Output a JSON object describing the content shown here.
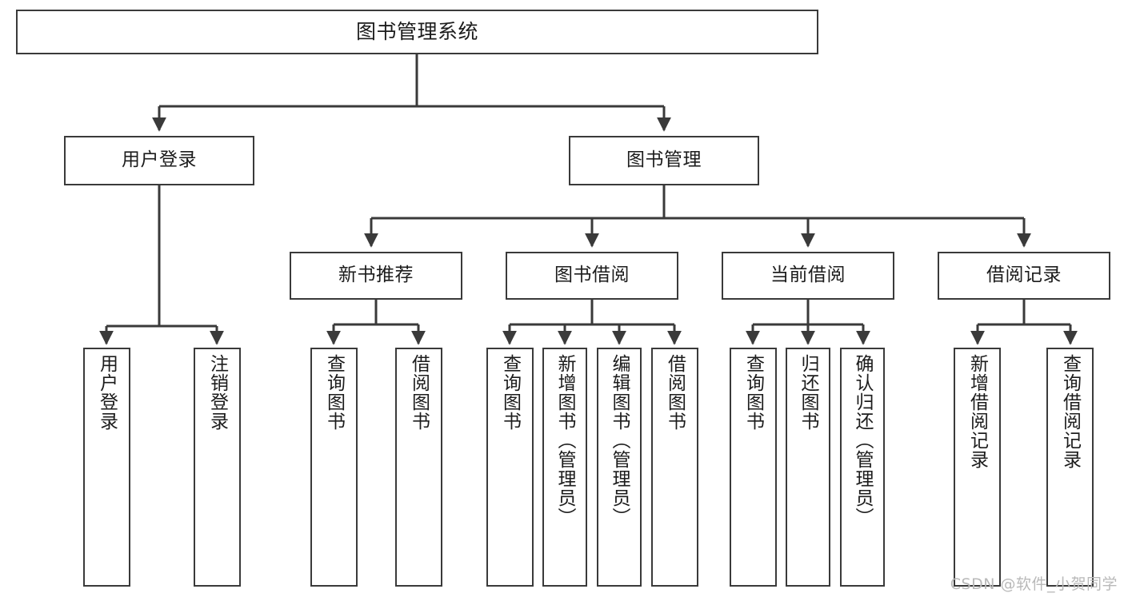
{
  "diagram": {
    "title": "图书管理系统",
    "type": "tree-hierarchy-chart",
    "watermark": "CSDN @软件_小贺同学",
    "colors": {
      "box_border": "#3a3a3a",
      "box_fill": "#ffffff",
      "edge": "#3a3a3a",
      "text": "#1c1c1c",
      "watermark": "#b9b9b9",
      "background": "#ffffff"
    }
  },
  "nodes": {
    "root": {
      "label": "图书管理系统",
      "level": 0,
      "orientation": "horizontal"
    },
    "l1": [
      {
        "id": "user-login",
        "label": "用户登录",
        "level": 1,
        "orientation": "horizontal"
      },
      {
        "id": "book-manage",
        "label": "图书管理",
        "level": 1,
        "orientation": "horizontal"
      }
    ],
    "l2": [
      {
        "id": "new-book-recommend",
        "label": "新书推荐",
        "level": 2,
        "orientation": "horizontal"
      },
      {
        "id": "book-borrow",
        "label": "图书借阅",
        "level": 2,
        "orientation": "horizontal"
      },
      {
        "id": "current-borrow",
        "label": "当前借阅",
        "level": 2,
        "orientation": "horizontal"
      },
      {
        "id": "borrow-record",
        "label": "借阅记录",
        "level": 2,
        "orientation": "horizontal"
      }
    ],
    "leaves": [
      {
        "id": "leaf-user-login",
        "label": "用户登录",
        "parent": "user-login",
        "orientation": "vertical"
      },
      {
        "id": "leaf-logout",
        "label": "注销登录",
        "parent": "user-login",
        "orientation": "vertical"
      },
      {
        "id": "leaf-query-book-rec",
        "label": "查询图书",
        "parent": "new-book-recommend",
        "orientation": "vertical"
      },
      {
        "id": "leaf-borrow-book-rec",
        "label": "借阅图书",
        "parent": "new-book-recommend",
        "orientation": "vertical"
      },
      {
        "id": "leaf-query-book-borrow",
        "label": "查询图书",
        "parent": "book-borrow",
        "orientation": "vertical"
      },
      {
        "id": "leaf-add-book",
        "label": "新增图书（管理员）",
        "parent": "book-borrow",
        "orientation": "vertical"
      },
      {
        "id": "leaf-edit-book",
        "label": "编辑图书（管理员）",
        "parent": "book-borrow",
        "orientation": "vertical"
      },
      {
        "id": "leaf-borrow-book",
        "label": "借阅图书",
        "parent": "book-borrow",
        "orientation": "vertical"
      },
      {
        "id": "leaf-query-book-current",
        "label": "查询图书",
        "parent": "current-borrow",
        "orientation": "vertical"
      },
      {
        "id": "leaf-return-book",
        "label": "归还图书",
        "parent": "current-borrow",
        "orientation": "vertical"
      },
      {
        "id": "leaf-confirm-return",
        "label": "确认归还（管理员）",
        "parent": "current-borrow",
        "orientation": "vertical"
      },
      {
        "id": "leaf-add-record",
        "label": "新增借阅记录",
        "parent": "borrow-record",
        "orientation": "vertical"
      },
      {
        "id": "leaf-query-record",
        "label": "查询借阅记录",
        "parent": "borrow-record",
        "orientation": "vertical"
      }
    ]
  }
}
